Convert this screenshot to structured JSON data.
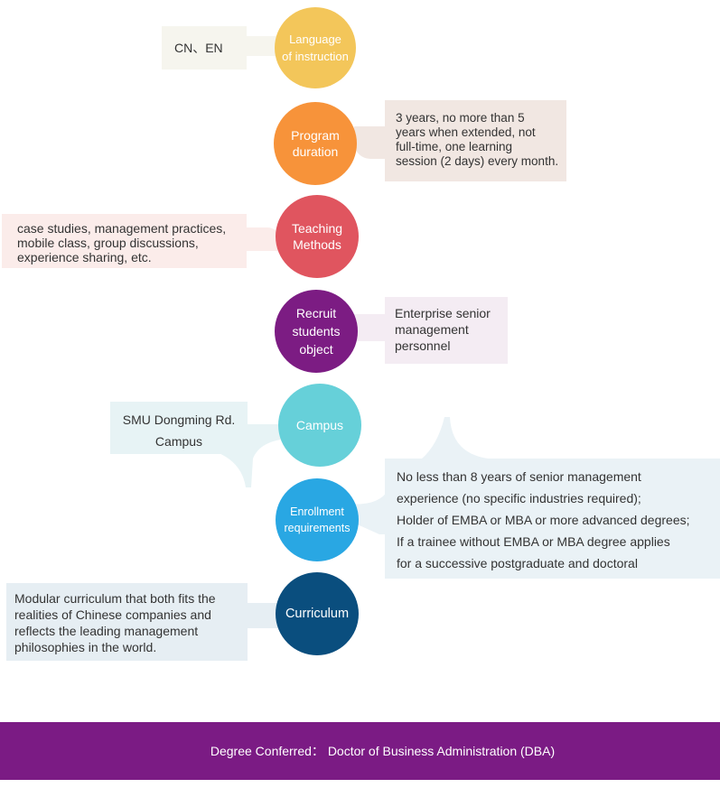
{
  "items": [
    {
      "node": "Language of instruction",
      "node_lines": [
        "Language",
        "of instruction"
      ],
      "detail_lines": [
        "CN、EN"
      ],
      "node_color": "#f3c65a",
      "box_color": "#f6f5ee"
    },
    {
      "node": "Program duration",
      "node_lines": [
        "Program",
        "duration"
      ],
      "detail_lines": [
        "3 years, no more than 5",
        "years when extended, not",
        "full-time, one learning",
        "session (2 days) every month."
      ],
      "node_color": "#f7933a",
      "box_color": "#f1e7e2"
    },
    {
      "node": "Teaching Methods",
      "node_lines": [
        "Teaching",
        "Methods"
      ],
      "detail_lines": [
        "case studies, management practices,",
        "mobile class, group discussions,",
        "experience sharing, etc."
      ],
      "node_color": "#e0555f",
      "box_color": "#fbecea"
    },
    {
      "node": "Recruit students object",
      "node_lines": [
        "Recruit",
        "students",
        "object"
      ],
      "detail_lines": [
        "Enterprise senior",
        "management",
        "personnel"
      ],
      "node_color": "#7c1c83",
      "box_color": "#f4ecf3"
    },
    {
      "node": "Campus",
      "node_lines": [
        "Campus"
      ],
      "detail_lines": [
        "SMU Dongming Rd.",
        "Campus"
      ],
      "node_color": "#66d0d9",
      "box_color": "#e7f3f5"
    },
    {
      "node": "Enrollment requirements",
      "node_lines": [
        "Enrollment",
        "requirements"
      ],
      "detail_lines": [
        "No less than 8 years of senior management",
        "experience (no specific industries required);",
        "Holder of EMBA or MBA or more advanced degrees;",
        "If a trainee without EMBA or MBA degree applies",
        "for a successive postgraduate and doctoral"
      ],
      "node_color": "#29a7e3",
      "box_color": "#eaf2f6"
    },
    {
      "node": "Curriculum",
      "node_lines": [
        "Curriculum"
      ],
      "detail_lines": [
        "Modular curriculum that both fits the",
        "realities of Chinese companies and",
        "reflects the leading management",
        "philosophies in the world."
      ],
      "node_color": "#0a4e7e",
      "box_color": "#e6eef3"
    }
  ],
  "footer": {
    "label": "Degree Conferred：",
    "value": "Doctor of Business Administration (DBA)"
  }
}
